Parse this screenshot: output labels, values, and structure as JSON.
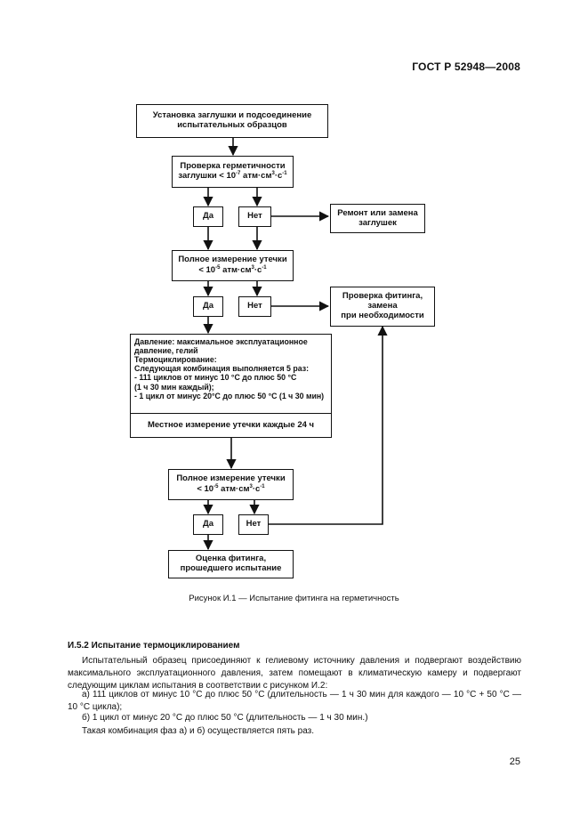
{
  "header": {
    "doc_code": "ГОСТ Р 52948—2008"
  },
  "flowchart": {
    "install": "Установка заглушки и подсоединение испытательных образцов",
    "check1_line1": "Проверка герметичности",
    "check1_line2": "заглушки < 10",
    "check1_exp": "-7",
    "check1_unit": " атм·см",
    "check1_u3": "3",
    "check1_end": "·с",
    "check1_end_exp": "-1",
    "yes1": "Да",
    "no1": "Нет",
    "repair": "Ремонт или замена заглушек",
    "full1_line1": "Полное измерение утечки",
    "full1_line2": "< 10",
    "full1_exp": "-5",
    "full1_unit": " атм·см",
    "full1_u3": "3",
    "full1_end": "·с",
    "full1_end_exp": "-1",
    "yes2": "Да",
    "no2": "Нет",
    "fit_check_line1": "Проверка фитинга,",
    "fit_check_line2": "замена",
    "fit_check_line3": "при необходимости",
    "cycle_l1": "Давление: максимальное эксплуатационное",
    "cycle_l2": "давление, гелий",
    "cycle_l3": "Термоциклирование:",
    "cycle_l4": "Следующая комбинация выполняется 5 раз:",
    "cycle_l5": "- 111 циклов от минус 10 °С до плюс 50 °С",
    "cycle_l6": "(1 ч 30 мин каждый);",
    "cycle_l7": "- 1 цикл от минус 20°С до плюс 50 °С (1 ч 30 мин)",
    "local": "Местное измерение утечки каждые 24 ч",
    "full2_line1": "Полное измерение утечки",
    "full2_line2": "< 10",
    "full2_exp": "-5",
    "full2_unit": " атм·см",
    "full2_u3": "3",
    "full2_end": "·с",
    "full2_end_exp": "-1",
    "yes3": "Да",
    "no3": "Нет",
    "eval": "Оценка фитинга, прошедшего испытание"
  },
  "caption": "Рисунок И.1 — Испытание фитинга на герметичность",
  "section": {
    "title": "И.5.2 Испытание термоциклированием",
    "p1": "Испытательный образец присоединяют к гелиевому источнику давления и подвергают воздействию максимального эксплуатационного давления, затем помещают в климатическую камеру и подвергают следующим циклам испытания в соответствии с рисунком И.2:",
    "p2": "а) 111 циклов от минус 10 °С до плюс 50 °С (длительность — 1 ч 30 мин для каждого — 10 °С + 50 °С — 10 °С цикла);",
    "p3": "б) 1 цикл от минус 20 °С до плюс 50 °С (длительность — 1 ч 30 мин.)",
    "p4": "Такая комбинация фаз а) и б) осуществляется пять раз."
  },
  "page_number": "25"
}
